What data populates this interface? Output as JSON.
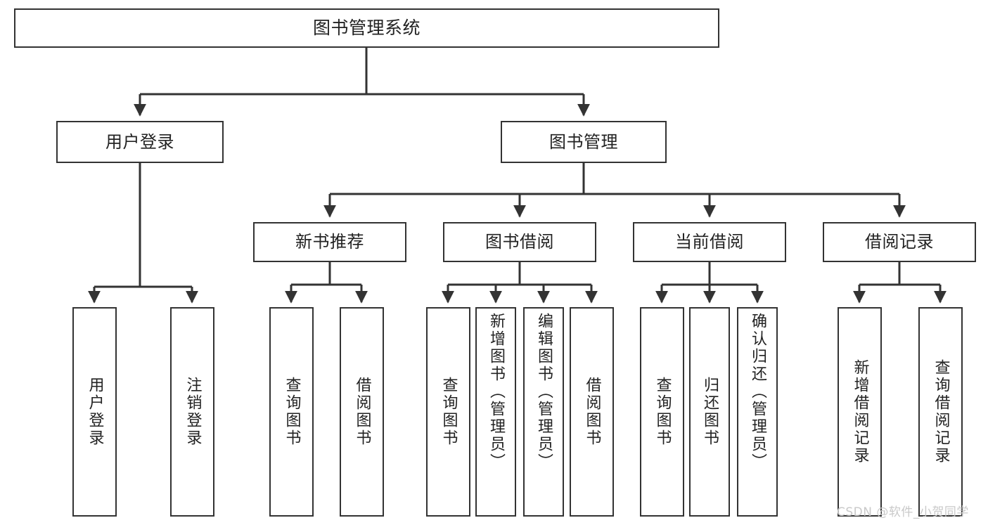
{
  "diagram": {
    "type": "hierarchy-tree",
    "title": "图书管理系统",
    "orientation": "top-down",
    "colors": {
      "box_border": "#333333",
      "box_fill": "#ffffff",
      "connector": "#333333",
      "text": "#222222",
      "watermark": "#c9c9c9",
      "background": "#ffffff"
    },
    "levels": 4
  },
  "root": {
    "label": "图书管理系统"
  },
  "level2": [
    {
      "label": "用户登录"
    },
    {
      "label": "图书管理"
    }
  ],
  "level3": [
    {
      "label": "新书推荐"
    },
    {
      "label": "图书借阅"
    },
    {
      "label": "当前借阅"
    },
    {
      "label": "借阅记录"
    }
  ],
  "leaves": {
    "user_login": [
      {
        "label": "用户登录"
      },
      {
        "label": "注销登录"
      }
    ],
    "new_book_recommend": [
      {
        "label": "查询图书"
      },
      {
        "label": "借阅图书"
      }
    ],
    "book_borrow": [
      {
        "label": "查询图书"
      },
      {
        "label": "新增图书（管理员）"
      },
      {
        "label": "编辑图书（管理员）"
      },
      {
        "label": "借阅图书"
      }
    ],
    "current_borrow": [
      {
        "label": "查询图书"
      },
      {
        "label": "归还图书"
      },
      {
        "label": "确认归还（管理员）"
      }
    ],
    "borrow_record": [
      {
        "label": "新增借阅记录"
      },
      {
        "label": "查询借阅记录"
      }
    ]
  },
  "watermark": {
    "text": "CSDN @软件_小贺同学"
  }
}
